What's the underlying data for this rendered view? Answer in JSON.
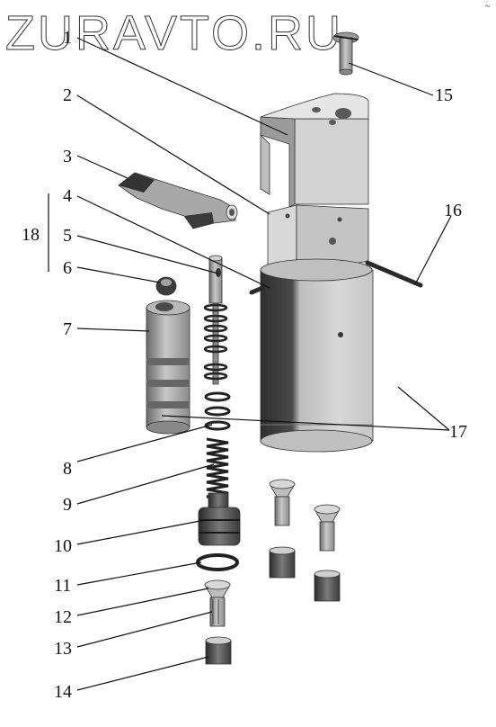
{
  "watermark": "ZURAVTO.RU",
  "corner_mark": "~",
  "callouts": {
    "n1": "1",
    "n2": "2",
    "n3": "3",
    "n4": "4",
    "n5": "5",
    "n6": "6",
    "n7": "7",
    "n8": "8",
    "n9": "9",
    "n10": "10",
    "n11": "11",
    "n12": "12",
    "n13": "13",
    "n14": "14",
    "n15": "15",
    "n16": "16",
    "n17": "17",
    "n18": "18"
  },
  "colors": {
    "body_light": "#d6d6d6",
    "body_mid": "#b4b4b4",
    "body_dark": "#3c3c3c",
    "metal_dark": "#555555",
    "line": "#111111"
  }
}
